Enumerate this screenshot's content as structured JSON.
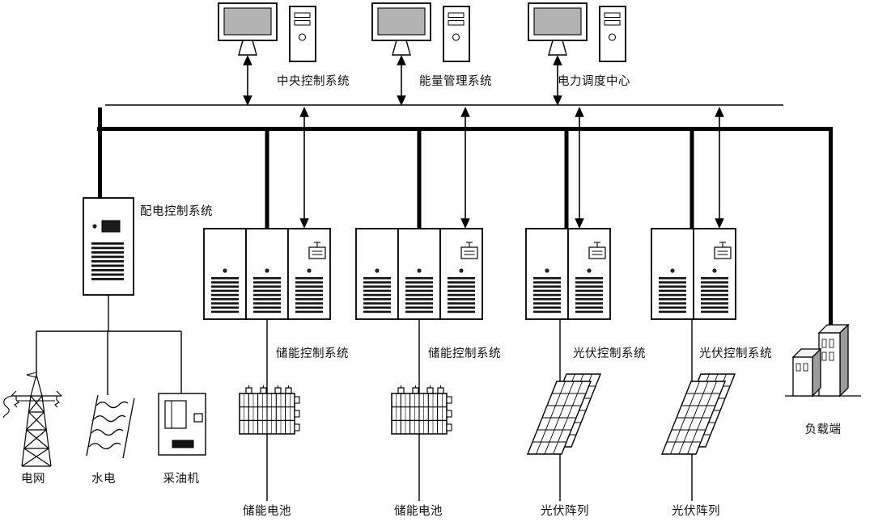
{
  "diagram": {
    "top_systems": [
      {
        "label": "中央控制系统"
      },
      {
        "label": "能量管理系统"
      },
      {
        "label": "电力调度中心"
      }
    ],
    "controllers": [
      {
        "label": "配电控制系统"
      },
      {
        "label": "储能控制系统"
      },
      {
        "label": "储能控制系统"
      },
      {
        "label": "光伏控制系统"
      },
      {
        "label": "光伏控制系统"
      }
    ],
    "sources": [
      {
        "label": "电网"
      },
      {
        "label": "水电"
      },
      {
        "label": "采油机"
      }
    ],
    "devices": [
      {
        "label": "储能电池"
      },
      {
        "label": "储能电池"
      },
      {
        "label": "光伏阵列"
      },
      {
        "label": "光伏阵列"
      }
    ],
    "load": {
      "label": "负载端"
    },
    "colors": {
      "line": "#000000",
      "screen_fill": "#b3b3b3",
      "building_side": "#9c9c9c",
      "background": "#ffffff"
    }
  }
}
